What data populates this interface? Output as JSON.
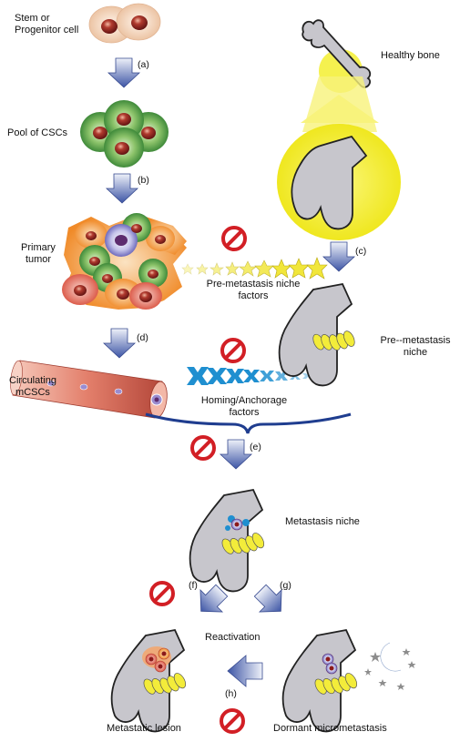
{
  "labels": {
    "stem": [
      "Stem or",
      "Progenitor cell"
    ],
    "pool": "Pool of CSCs",
    "primary": [
      "Primary",
      "tumor"
    ],
    "circulating": [
      "Circulating",
      "mCSCs"
    ],
    "healthy_bone": "Healthy bone",
    "pre_niche_factors": [
      "Pre-metastasis niche",
      "factors"
    ],
    "homing": [
      "Homing/Anchorage",
      "factors"
    ],
    "pre_niche": [
      "Pre--metastasis",
      "niche"
    ],
    "metastasis_niche": "Metastasis niche",
    "reactivation": "Reactivation",
    "metastatic_lesion": "Metastatic lesion",
    "dormant": "Dormant micrometastasis"
  },
  "steps": {
    "a": "(a)",
    "b": "(b)",
    "c": "(c)",
    "d": "(d)",
    "e": "(e)",
    "f": "(f)",
    "g": "(g)",
    "h": "(h)"
  },
  "colors": {
    "arrow_dark": "#3d55a5",
    "arrow_light": "#eef1f9",
    "bone_gray": "#c7c6cc",
    "bone_yellow": "#f4ef3c",
    "no_sign": "#d21f25",
    "cell_green": "#5fa64a",
    "cell_orange": "#f08a28",
    "cell_red": "#c0392b",
    "nucleus": "#8b1a1a",
    "homing_blue": "#1f8fd0",
    "star_yellow": "#f1e63a"
  }
}
